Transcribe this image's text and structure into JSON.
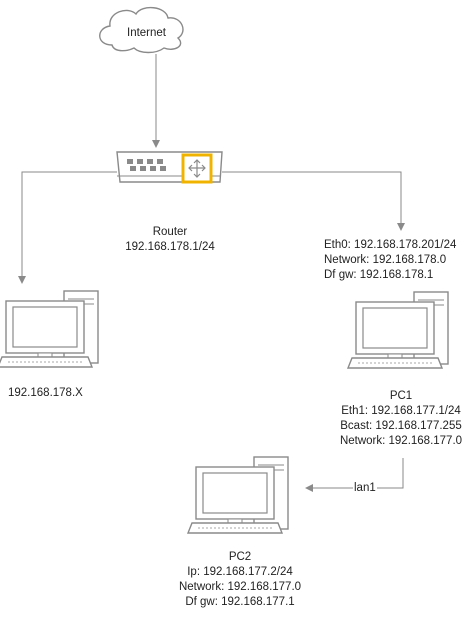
{
  "cloud": {
    "label": "Internet"
  },
  "router": {
    "name": "Router",
    "ip": "192.168.178.1/24"
  },
  "pc_left": {
    "ip": "192.168.178.X"
  },
  "eth0_info": {
    "line1": "Eth0: 192.168.178.201/24",
    "line2": "Network: 192.168.178.0",
    "line3": "Df gw: 192.168.178.1"
  },
  "pc1": {
    "name": "PC1",
    "line1": "Eth1: 192.168.177.1/24",
    "line2": "Bcast: 192.168.177.255",
    "line3": "Network: 192.168.177.0"
  },
  "link": {
    "label": "lan1"
  },
  "pc2": {
    "name": "PC2",
    "line1": "Ip: 192.168.177.2/24",
    "line2": "Network: 192.168.177.0",
    "line3": "Df gw: 192.168.177.1"
  }
}
